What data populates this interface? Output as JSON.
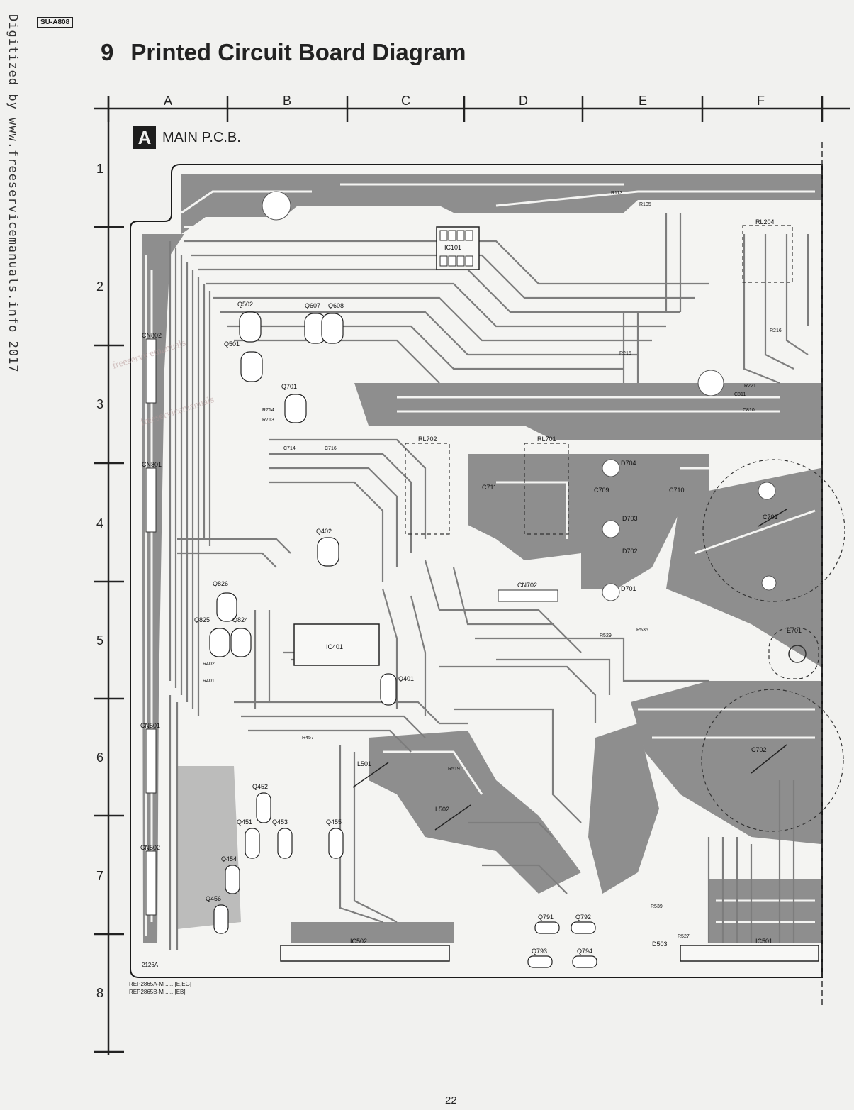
{
  "header": {
    "model_tag": "SU-A808",
    "section_number": "9",
    "title": "Printed Circuit Board Diagram"
  },
  "watermark": "Digitized by www.freeservicemanuals.info 2017",
  "grid": {
    "columns": [
      "A",
      "B",
      "C",
      "D",
      "E",
      "F"
    ],
    "rows": [
      "1",
      "2",
      "3",
      "4",
      "5",
      "6",
      "7",
      "8"
    ]
  },
  "board": {
    "letter": "A",
    "name": "MAIN P.C.B.",
    "code": "2126A",
    "parts_note_1": "REP2865A-M ..... [E,EG]",
    "parts_note_2": "REP2865B-M ..... [EB]"
  },
  "components": {
    "ic101": "IC101",
    "ic401": "IC401",
    "ic502": "IC502",
    "ic501": "IC501",
    "q502": "Q502",
    "q501": "Q501",
    "q607": "Q607",
    "q608": "Q608",
    "q701": "Q701",
    "q402": "Q402",
    "q401": "Q401",
    "q826": "Q826",
    "q825": "Q825",
    "q824": "Q824",
    "q452": "Q452",
    "q451": "Q451",
    "q453": "Q453",
    "q455": "Q455",
    "q454": "Q454",
    "q456": "Q456",
    "q791": "Q791",
    "q792": "Q792",
    "q793": "Q793",
    "q794": "Q794",
    "cn802": "CN802",
    "cn801": "CN801",
    "cn501": "CN501",
    "cn502": "CN502",
    "cn702": "CN702",
    "rl702": "RL702",
    "rl701": "RL701",
    "rl204": "RL204",
    "c701": "C701",
    "c702": "C702",
    "e701": "E701",
    "l501": "L501",
    "l502": "L502",
    "d704": "D704",
    "d703": "D703",
    "d702": "D702",
    "d701": "D701",
    "d503": "D503",
    "c709": "C709",
    "c710": "C710",
    "c711": "C711",
    "r113": "R113",
    "r105": "R105",
    "r216": "R216",
    "r215": "R215",
    "r221": "R221",
    "r529": "R529",
    "r535": "R535",
    "r519": "R519",
    "r527": "R527",
    "r539": "R539",
    "r457": "R457",
    "r402": "R402",
    "r401": "R401",
    "r714": "R714",
    "r713": "R713",
    "c811": "C811",
    "c810": "C810",
    "c714": "C714",
    "c716": "C716"
  },
  "stamps": {
    "stamp_1": "freeservicemanuals",
    "stamp_2": "freeservicemanuals"
  },
  "page_number": "22"
}
